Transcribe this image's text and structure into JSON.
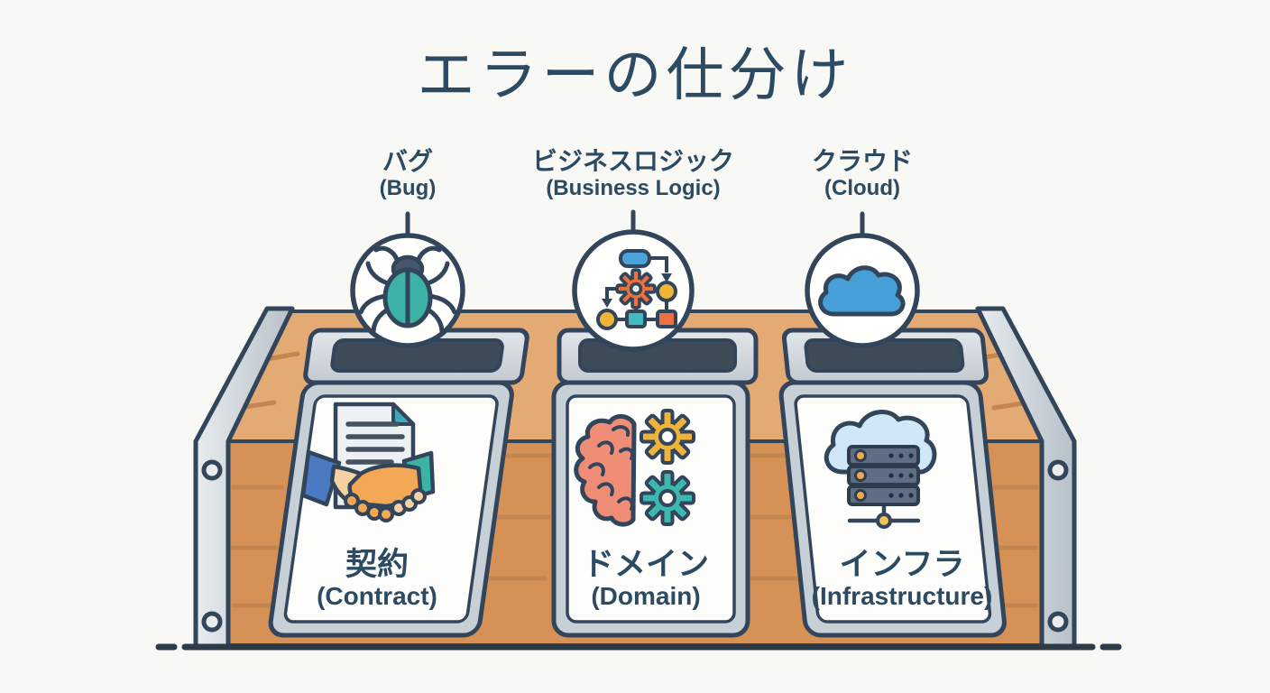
{
  "title": "エラーの仕分け",
  "columns": [
    {
      "jp": "バグ",
      "en": "(Bug)",
      "icon": "bug-icon"
    },
    {
      "jp": "ビジネスロジック",
      "en": "(Business Logic)",
      "icon": "flowchart-icon"
    },
    {
      "jp": "クラウド",
      "en": "(Cloud)",
      "icon": "cloud-icon"
    }
  ],
  "bins": [
    {
      "jp": "契約",
      "en": "(Contract)",
      "icon": "contract-handshake-icon"
    },
    {
      "jp": "ドメイン",
      "en": "(Domain)",
      "icon": "brain-gears-icon"
    },
    {
      "jp": "インフラ",
      "en": "(Infrastructure)",
      "icon": "cloud-server-icon"
    }
  ],
  "colors": {
    "background": "#f8f8f5",
    "text": "#2c4a62",
    "outline": "#32455a",
    "wood": "#d59156",
    "wood_light": "#e3ab73",
    "metal": "#ccd4da",
    "slot": "#3e4b59",
    "bug_teal": "#3db3a5",
    "flow_blue": "#4ba3dc",
    "flow_orange": "#e8713f",
    "flow_yellow": "#f0b43a",
    "flow_teal": "#41bcc0",
    "cloud_blue": "#479fd8",
    "doc_fold_teal": "#3fa9bc",
    "sleeve_blue": "#4b7ac2",
    "sleeve_teal": "#3cb4a4",
    "hand_light": "#f6d1a2",
    "hand_orange": "#f3a855",
    "brain_salmon": "#f08d77",
    "gear_yellow": "#efb33c",
    "gear_teal": "#3cb9ae",
    "server_slate": "#5d6e86",
    "cloud_pale": "#cfe7f6",
    "node_yellow": "#f0c254"
  }
}
